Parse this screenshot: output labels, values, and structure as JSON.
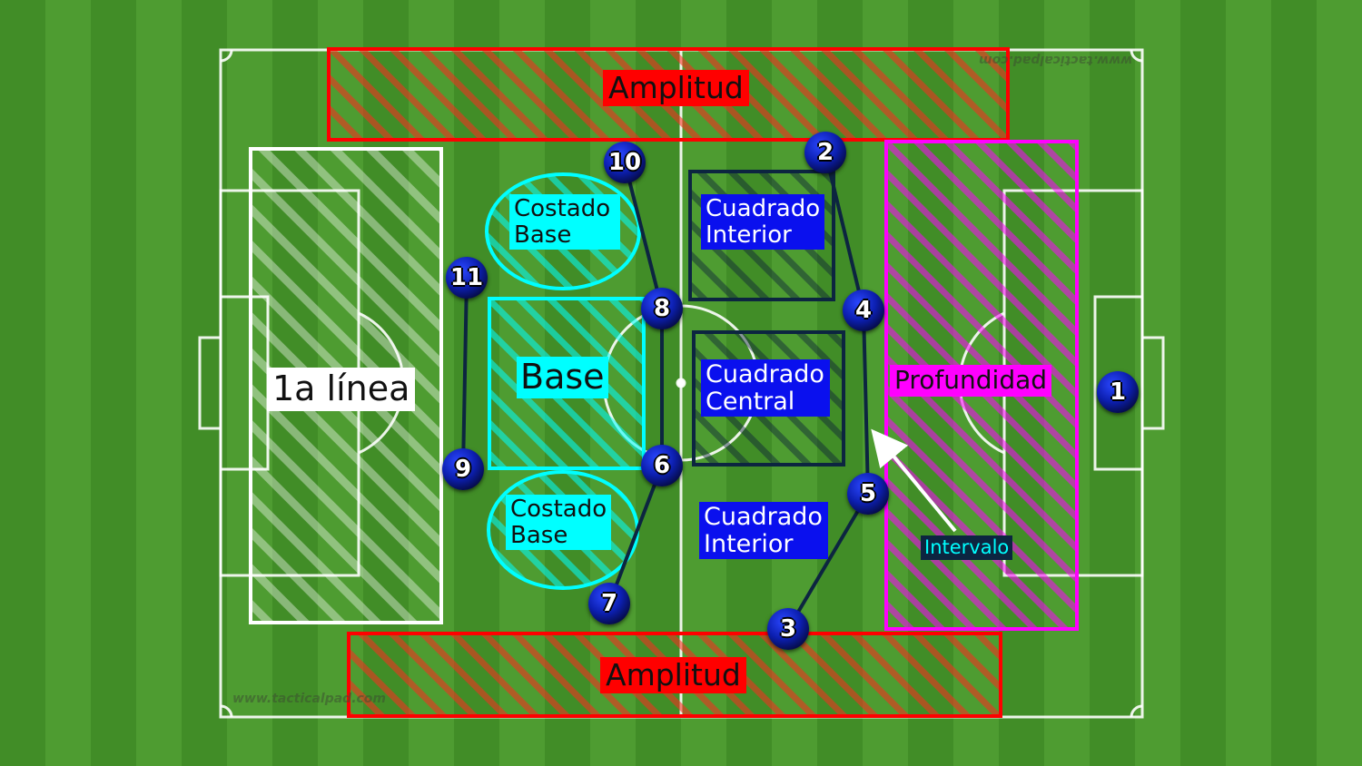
{
  "zones": {
    "amplitud_top": "Amplitud",
    "amplitud_bottom": "Amplitud",
    "primera_linea": "1a línea",
    "base": "Base",
    "costado_base_top": "Costado Base",
    "costado_base_bottom": "Costado Base",
    "cuadrado_interior_top": "Cuadrado Interior",
    "cuadrado_central": "Cuadrado Central",
    "cuadrado_interior_bottom": "Cuadrado Interior",
    "profundidad": "Profundidad",
    "intervalo": "Intervalo"
  },
  "watermarks": {
    "top": "www.tacticalpad.com",
    "bottom": "www.tacticalpad.com"
  },
  "players": [
    "1",
    "2",
    "3",
    "4",
    "5",
    "6",
    "7",
    "8",
    "9",
    "10",
    "11"
  ],
  "colors": {
    "red_zone": "#ff0000",
    "cyan_zone": "#00ffff",
    "navy_zone": "#0c2540",
    "magenta_zone": "#ff00ff",
    "label_blue": "#0a10ee",
    "player_blue": "#0c1fb0"
  }
}
